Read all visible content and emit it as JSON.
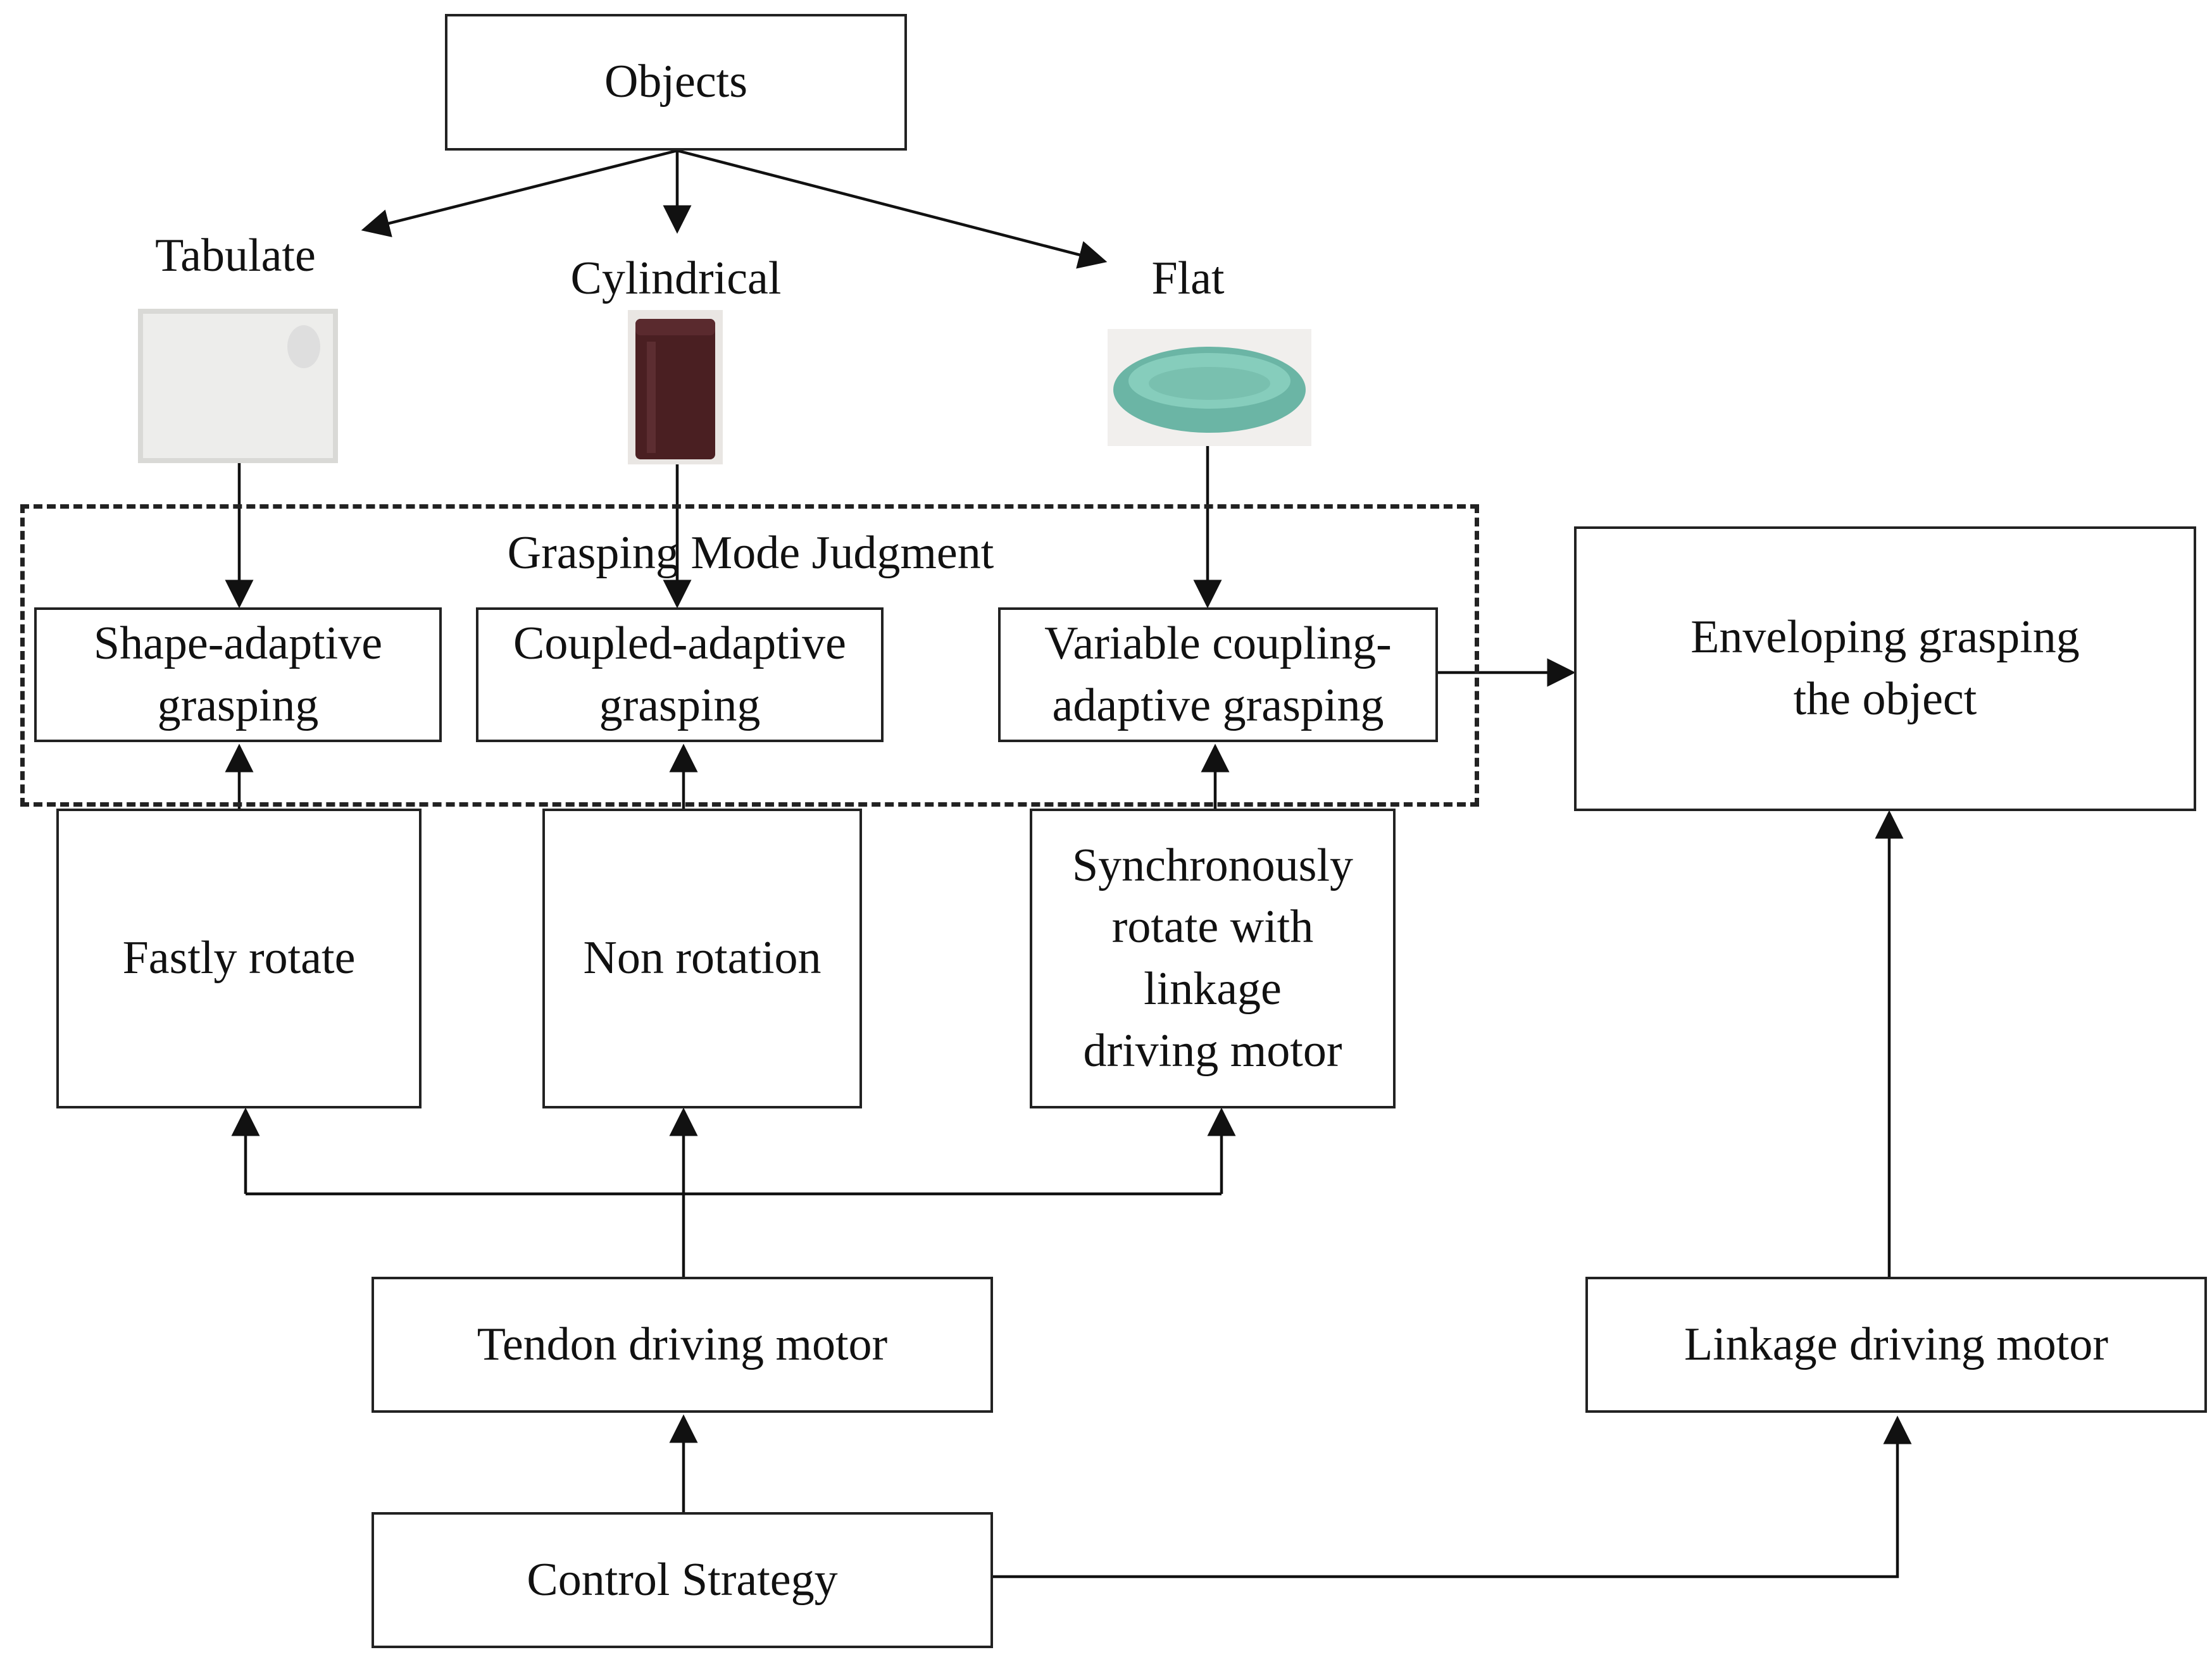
{
  "diagram": {
    "objects": "Objects",
    "categories": {
      "tabulate": "Tabulate",
      "cylindrical": "Cylindrical",
      "flat": "Flat"
    },
    "judgment_title": "Grasping Mode Judgment",
    "modes": {
      "shape": "Shape-adaptive\ngrasping",
      "coupled": "Coupled-adaptive\ngrasping",
      "variable": "Variable coupling-\nadaptive grasping"
    },
    "rotations": {
      "fast": "Fastly rotate",
      "none": "Non rotation",
      "sync": "Synchronously\nrotate with\nlinkage\ndriving motor"
    },
    "result": "Enveloping grasping\nthe object",
    "tendon_motor": "Tendon driving motor",
    "linkage_motor": "Linkage driving motor",
    "control": "Control Strategy",
    "photo_colors": {
      "board": "#e8e8e6",
      "can": "#4a1f22",
      "plate": "#7cc3b3"
    }
  }
}
